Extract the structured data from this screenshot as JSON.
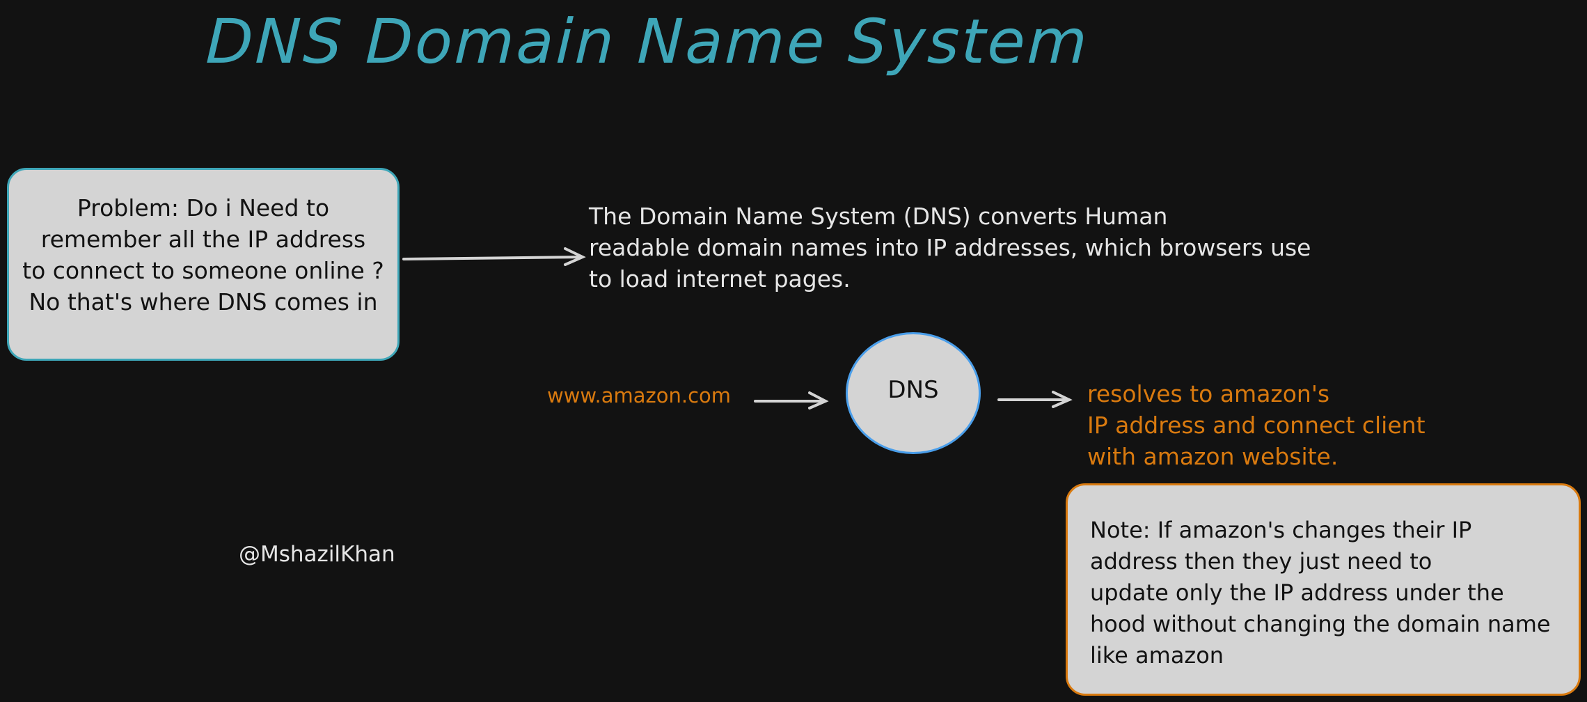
{
  "title": "DNS Domain Name System",
  "problem_box": {
    "text": "Problem: Do i Need to\nremember all the IP address\nto connect to someone online ?\nNo that's where DNS comes in",
    "border_color": "#3ea6b8"
  },
  "description": {
    "text": "The Domain Name System (DNS) converts Human\nreadable domain names into IP addresses, which browsers use\nto load internet pages."
  },
  "flow": {
    "domain": "www.amazon.com",
    "dns_node": "DNS",
    "result": "resolves to amazon's\nIP address and connect client\nwith amazon website.",
    "domain_color": "#d97a0f",
    "dns_border_color": "#4a9eea"
  },
  "note_box": {
    "text": "Note: If amazon's changes their IP\naddress then they just need to\nupdate only the IP address under the\nhood without changing the domain name\nlike amazon",
    "border_color": "#d97a0f"
  },
  "author": "@MshazilKhan",
  "colors": {
    "background": "#121212",
    "title": "#3ea6b8",
    "arrow": "#d4d4d4",
    "box_fill": "#d4d4d4"
  }
}
